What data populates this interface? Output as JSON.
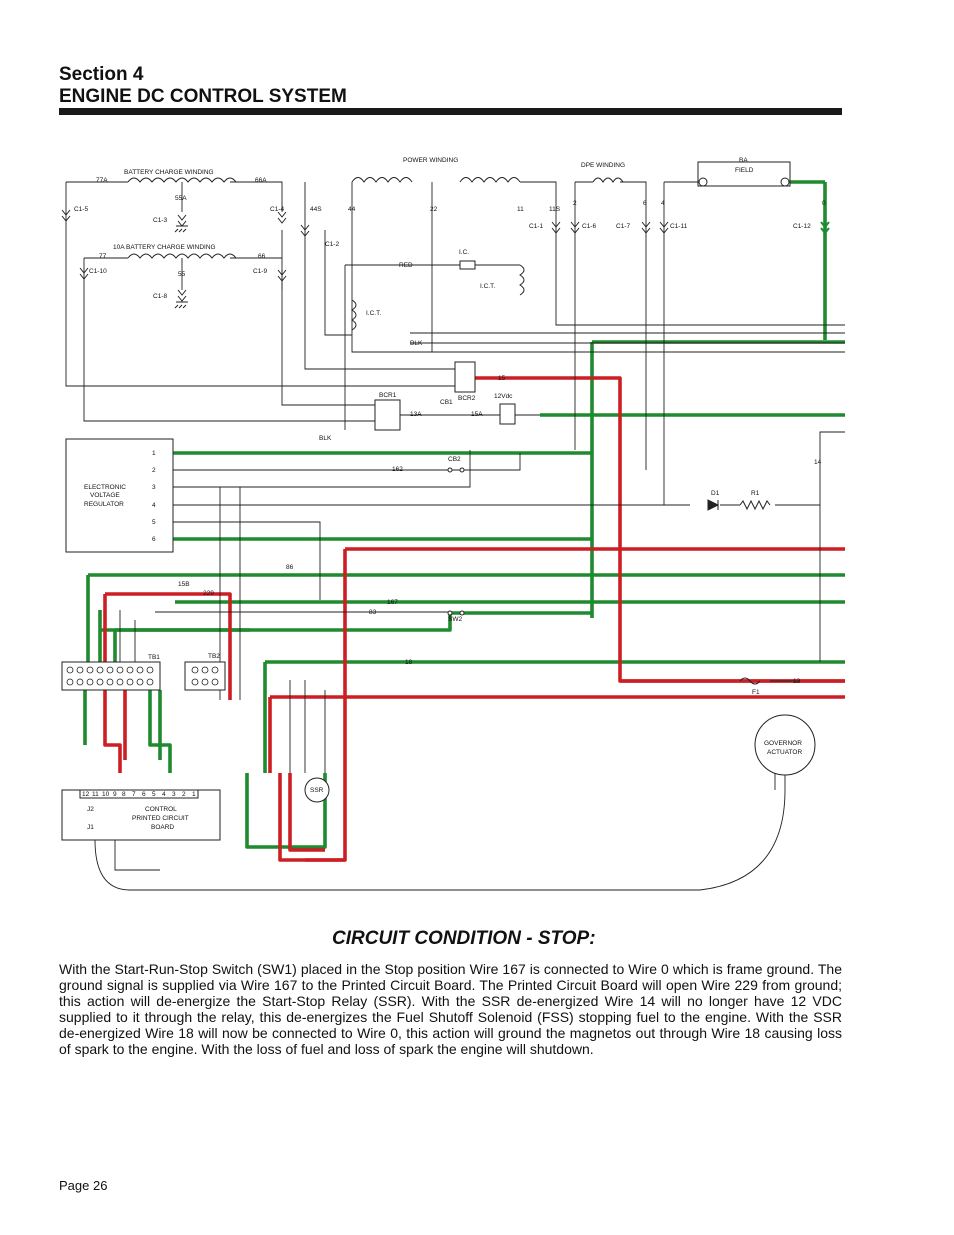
{
  "header": {
    "section": "Section 4",
    "title": "ENGINE DC CONTROL SYSTEM"
  },
  "diagram": {
    "labels": {
      "battery_charge_winding": "BATTERY CHARGE WINDING",
      "ten_a_battery_charge_winding": "10A BATTERY CHARGE WINDING",
      "power_winding": "POWER WINDING",
      "dpe_winding": "DPE WINDING",
      "ba": "BA",
      "field": "FIELD",
      "ict_left": "I.C.T.",
      "ict_right": "I.C.T.",
      "ic": "I.C.",
      "red": "RED",
      "blk1": "BLK",
      "blk2": "BLK",
      "bcr1": "BCR1",
      "bcr2": "BCR2",
      "cb1": "CB1",
      "cb2": "CB2",
      "v12": "12Vdc",
      "sw2": "SW2",
      "d1": "D1",
      "r1": "R1",
      "f1": "F1",
      "tb1": "TB1",
      "tb2": "TB2",
      "ssr": "SSR",
      "j1": "J1",
      "j2": "J2"
    },
    "evr": {
      "line1": "ELECTRONIC",
      "line2": "VOLTAGE",
      "line3": "REGULATOR",
      "pins": [
        "1",
        "2",
        "3",
        "4",
        "5",
        "6"
      ]
    },
    "governor": {
      "line1": "GOVERNOR",
      "line2": "ACTUATOR"
    },
    "pcb": {
      "line1": "CONTROL",
      "line2": "PRINTED CIRCUIT",
      "line3": "BOARD",
      "pins": [
        "12",
        "11",
        "10",
        "9",
        "8",
        "7",
        "6",
        "5",
        "4",
        "3",
        "2",
        "1"
      ]
    },
    "connectors": [
      "C1-5",
      "C1-3",
      "C1-4",
      "C1-10",
      "C1-8",
      "C1-9",
      "C1-2",
      "C1-1",
      "C1-6",
      "C1-7",
      "C1-11",
      "C1-12"
    ],
    "wire_numbers": [
      "77A",
      "66A",
      "55A",
      "77",
      "55",
      "66",
      "44S",
      "44",
      "22",
      "11",
      "11S",
      "2",
      "6",
      "4",
      "0",
      "162",
      "13A",
      "15A",
      "15",
      "14",
      "86",
      "15B",
      "229",
      "167",
      "83",
      "18",
      "13"
    ],
    "colors": {
      "ground_wire": "#1f8a2e",
      "power_wire": "#cc1f24",
      "signal_wire": "#222222"
    }
  },
  "condition": {
    "title": "CIRCUIT CONDITION - STOP:",
    "text": "With the Start-Run-Stop Switch (SW1) placed in the Stop position Wire 167 is connected to Wire 0 which is frame ground. The ground signal is supplied via Wire 167 to the Printed Circuit Board. The Printed Circuit Board will open Wire 229 from ground; this action will de-energize the Start-Stop Relay (SSR). With the SSR de-energized Wire 14 will no longer have 12 VDC supplied to it through the relay, this de-energizes the Fuel Shutoff Solenoid (FSS) stopping fuel to the engine. With the SSR de-energized Wire 18 will now be connected to Wire 0, this action will ground the magnetos out through Wire 18 causing loss of spark to the engine. With the loss of fuel and loss of spark the engine will shutdown."
  },
  "footer": {
    "page": "Page 26"
  }
}
